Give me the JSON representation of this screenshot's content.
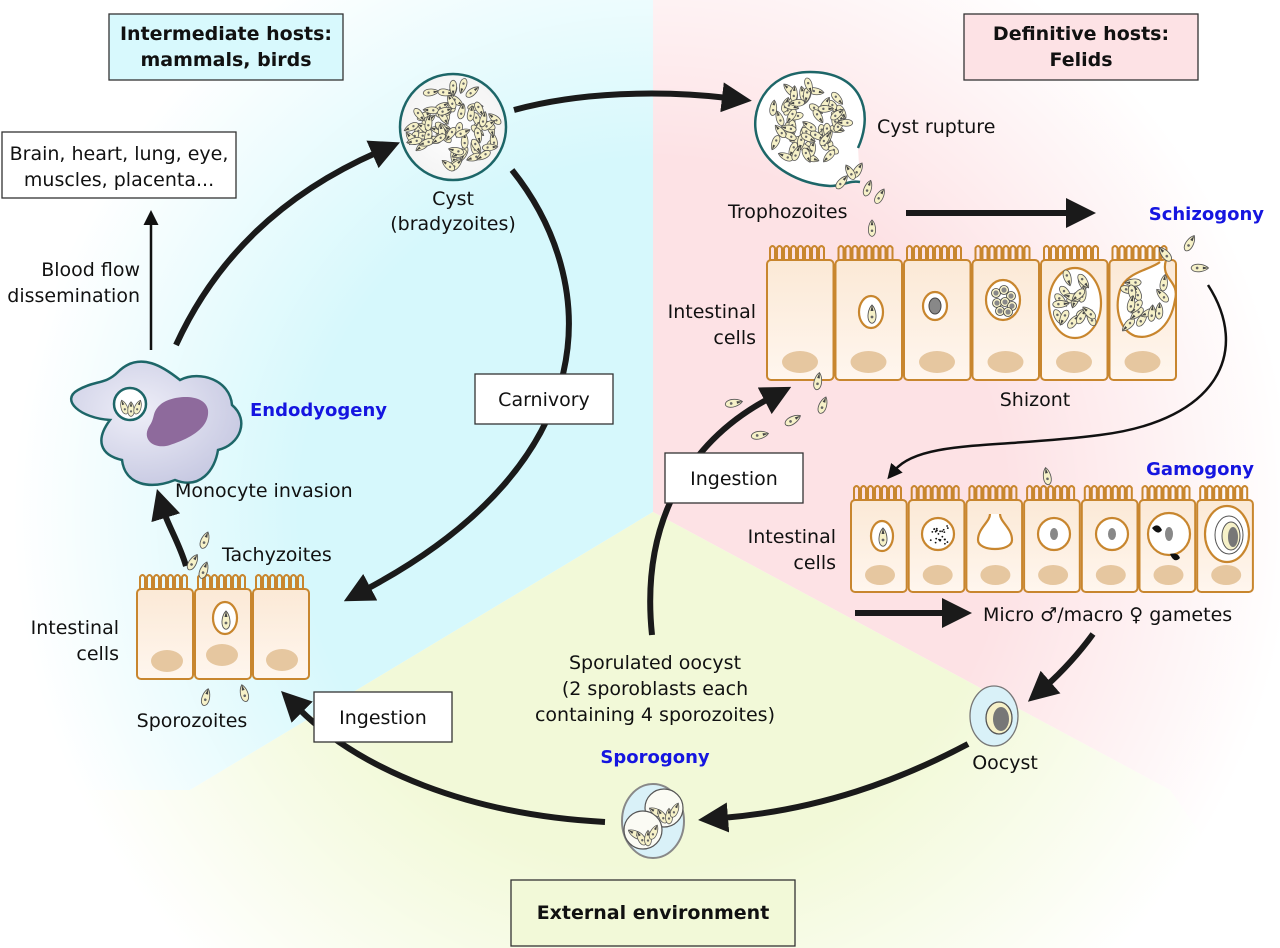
{
  "title": "Toxoplasma gondii life cycle",
  "colors": {
    "intermediate_sector": "#d6f8fc",
    "definitive_sector": "#fde2e5",
    "environment_sector": "#f2f9d8",
    "stage_label": "#1515e0",
    "cell_outline": "#c8862e",
    "cell_nucleus": "#e6c7a0",
    "monocyte_outline": "#1d6668",
    "monocyte_nucleus": "#8e6a9c"
  },
  "regions": {
    "intermediate": {
      "line1": "Intermediate hosts:",
      "line2": "mammals, birds"
    },
    "definitive": {
      "line1": "Definitive hosts:",
      "line2": "Felids"
    },
    "environment": {
      "label": "External environment"
    }
  },
  "intermediate_side": {
    "tissues": {
      "line1": "Brain, heart, lung, eye,",
      "line2": "muscles, placenta..."
    },
    "blood_flow": {
      "line1": "Blood flow",
      "line2": "dissemination"
    },
    "cyst": {
      "line1": "Cyst",
      "line2": "(bradyzoites)"
    },
    "endodyogeny": "Endodyogeny",
    "monocyte_invasion": "Monocyte invasion",
    "tachyzoites": "Tachyzoites",
    "intestinal_cells": {
      "line1": "Intestinal",
      "line2": "cells"
    },
    "sporozoites": "Sporozoites",
    "carnivory": "Carnivory",
    "ingestion": "Ingestion"
  },
  "definitive_side": {
    "cyst_rupture": "Cyst rupture",
    "trophozoites": "Trophozoites",
    "schizogony": "Schizogony",
    "intestinal_cells_1": {
      "line1": "Intestinal",
      "line2": "cells"
    },
    "shizont": "Shizont",
    "ingestion": "Ingestion",
    "gamogony": "Gamogony",
    "intestinal_cells_2": {
      "line1": "Intestinal",
      "line2": "cells"
    },
    "gametes": "Micro ♂/macro ♀ gametes",
    "oocyst": "Oocyst"
  },
  "environment_side": {
    "sporulated": {
      "line1": "Sporulated oocyst",
      "line2": "(2 sporoblasts each",
      "line3": "containing 4 sporozoites)"
    },
    "sporogony": "Sporogony"
  }
}
